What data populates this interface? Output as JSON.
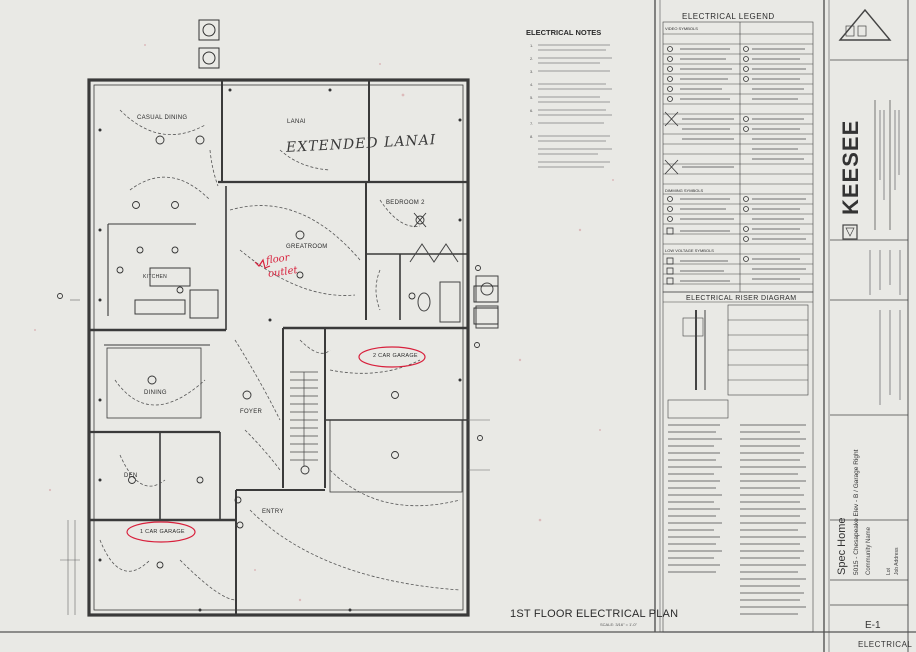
{
  "sheet": {
    "plan_title": "1ST FLOOR ELECTRICAL PLAN",
    "scale": "SCALE: 3/16\" = 1'-0\"",
    "notes_title": "ELECTRICAL NOTES",
    "legend_title": "ELECTRICAL LEGEND",
    "riser_title": "ELECTRICAL RISER DIAGRAM",
    "dimming_heading": "DIMMING SYMBOLS",
    "low_voltage_heading": "LOW VOLTAGE SYMBOLS",
    "symbols_heading": "VIDEO SYMBOLS"
  },
  "rooms": {
    "casual_dining": "CASUAL DINING",
    "lanai": "LANAI",
    "bedroom": "BEDROOM 2",
    "greatroom": "GREATROOM",
    "kitchen": "KITCHEN",
    "dining": "DINING",
    "foyer": "FOYER",
    "den": "DEN",
    "entry": "ENTRY",
    "garage_2": "2 CAR GARAGE",
    "garage_1": "1 CAR GARAGE"
  },
  "annotations": {
    "extended_lanai": "EXTENDED LANAI",
    "floor_outlet_1": "floor",
    "floor_outlet_2": "outlet"
  },
  "title_block": {
    "brand": "KEESEE",
    "project": "Spec Home",
    "model": "5015 - Chesapeake Elev - B / Garage Right",
    "community": "Community Name",
    "footer": "ELECTRICAL",
    "sheet_number": "E-1",
    "lot": "Lot",
    "date": "Job Address"
  },
  "colors": {
    "paper": "#e9e9e5",
    "ink": "#2b2b2b",
    "annotation_red": "#d8203c"
  }
}
